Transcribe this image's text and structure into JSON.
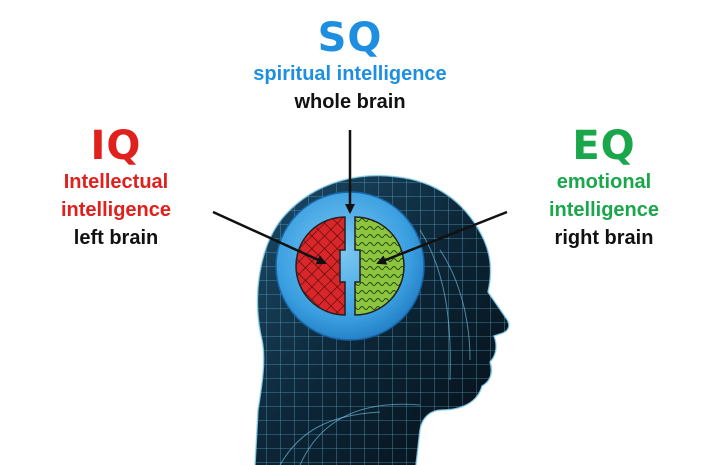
{
  "sq": {
    "code": "SQ",
    "line1": "spiritual intelligence",
    "line2": "whole brain"
  },
  "iq": {
    "code": "IQ",
    "line1": "Intellectual",
    "line2": "intelligence",
    "line3": "left brain"
  },
  "eq": {
    "code": "EQ",
    "line1": "emotional",
    "line2": "intelligence",
    "line3": "right brain"
  },
  "colors": {
    "sq": "#1e8fe0",
    "iq": "#e0201c",
    "eq": "#1aa64a",
    "text_dark": "#111111",
    "head_fill": "#0b1e2c",
    "head_mesh": "#5fb6dc",
    "ring_fill": "#3ea2e0",
    "left_hemisphere": "#d9262a",
    "right_hemisphere": "#8cc63f"
  },
  "icons": {
    "head": "human-head-wireframe-icon",
    "brain": "brain-hemispheres-icon"
  }
}
